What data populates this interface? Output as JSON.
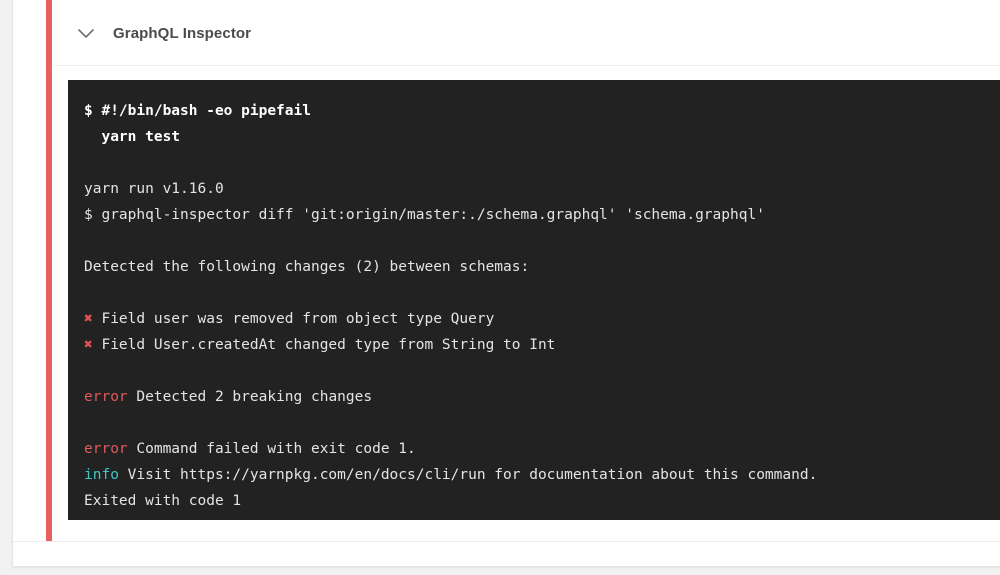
{
  "page": {
    "background_color": "#f2f2f2"
  },
  "card": {
    "background_color": "#ffffff",
    "border_color": "#e4e4e4",
    "status_rail_color": "#e8615f"
  },
  "job_header": {
    "chevron_icon": "chevron-down-icon",
    "title": "GraphQL Inspector"
  },
  "terminal": {
    "background_color": "#222222",
    "text_color": "#e6e6e6",
    "error_color": "#e05a5a",
    "info_color": "#41c7c7",
    "xmark_color": "#e05252",
    "xmark_glyph": "✖",
    "lines": [
      {
        "id": "l01",
        "type": "command",
        "text": "$ #!/bin/bash -eo pipefail"
      },
      {
        "id": "l02",
        "type": "command",
        "text": "  yarn test"
      },
      {
        "id": "l03",
        "type": "blank",
        "text": ""
      },
      {
        "id": "l04",
        "type": "plain",
        "text": "yarn run v1.16.0"
      },
      {
        "id": "l05",
        "type": "plain",
        "text": "$ graphql-inspector diff 'git:origin/master:./schema.graphql' 'schema.graphql'"
      },
      {
        "id": "l06",
        "type": "blank",
        "text": ""
      },
      {
        "id": "l07",
        "type": "plain",
        "text": "Detected the following changes (2) between schemas:"
      },
      {
        "id": "l08",
        "type": "blank",
        "text": ""
      },
      {
        "id": "l09",
        "type": "xmark",
        "tag": "✖",
        "text": " Field user was removed from object type Query"
      },
      {
        "id": "l10",
        "type": "xmark",
        "tag": "✖",
        "text": " Field User.createdAt changed type from String to Int"
      },
      {
        "id": "l11",
        "type": "blank",
        "text": ""
      },
      {
        "id": "l12",
        "type": "tagged-error",
        "tag": "error",
        "text": " Detected 2 breaking changes"
      },
      {
        "id": "l13",
        "type": "blank",
        "text": ""
      },
      {
        "id": "l14",
        "type": "tagged-error",
        "tag": "error",
        "text": " Command failed with exit code 1."
      },
      {
        "id": "l15",
        "type": "tagged-info",
        "tag": "info",
        "text": " Visit https://yarnpkg.com/en/docs/cli/run for documentation about this command."
      },
      {
        "id": "l16",
        "type": "plain",
        "text": "Exited with code 1"
      }
    ]
  }
}
